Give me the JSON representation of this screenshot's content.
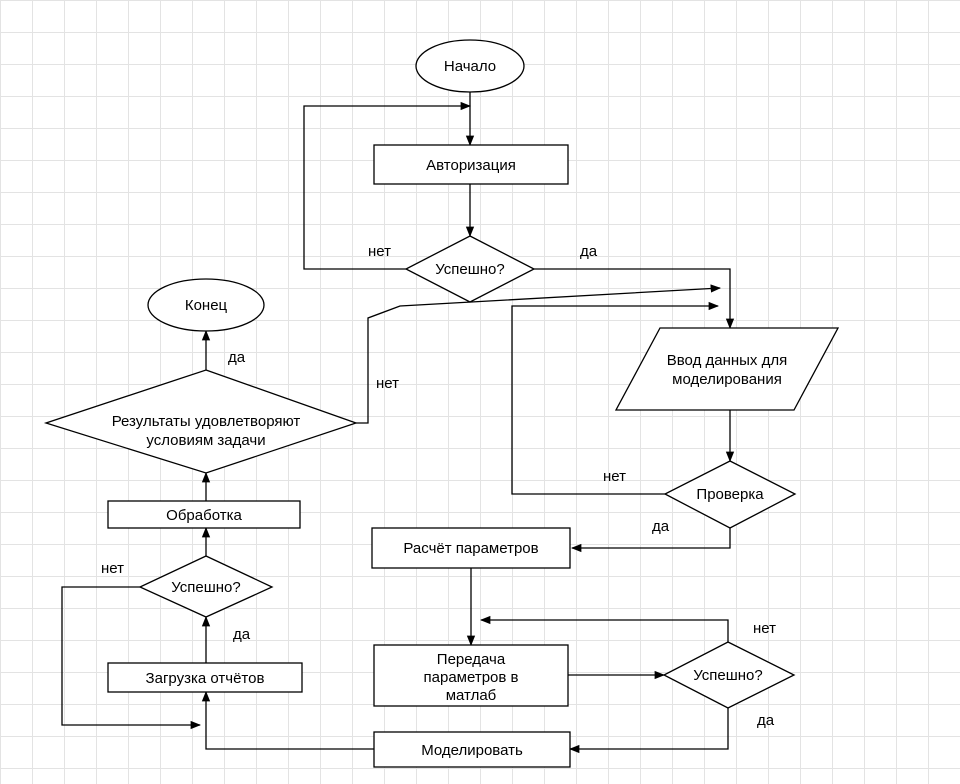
{
  "nodes": {
    "start": "Начало",
    "auth": "Авторизация",
    "auth_check": "Успешно?",
    "input": [
      "Ввод данных для",
      "моделирования"
    ],
    "check": "Проверка",
    "calc": "Расчёт параметров",
    "transfer": [
      "Передача",
      "параметров в",
      "матлаб"
    ],
    "transfer_check": "Успешно?",
    "model": "Моделировать",
    "load": "Загрузка отчётов",
    "load_check": "Успешно?",
    "process": "Обработка",
    "results": [
      "Результаты удовлетворяют",
      "условиям задачи"
    ],
    "end": "Конец"
  },
  "edge_labels": {
    "auth_no": "нет",
    "auth_yes": "да",
    "check_no": "нет",
    "check_yes": "да",
    "transfer_no": "нет",
    "transfer_yes": "да",
    "load_no": "нет",
    "load_yes": "да",
    "results_no": "нет",
    "results_yes": "да"
  }
}
